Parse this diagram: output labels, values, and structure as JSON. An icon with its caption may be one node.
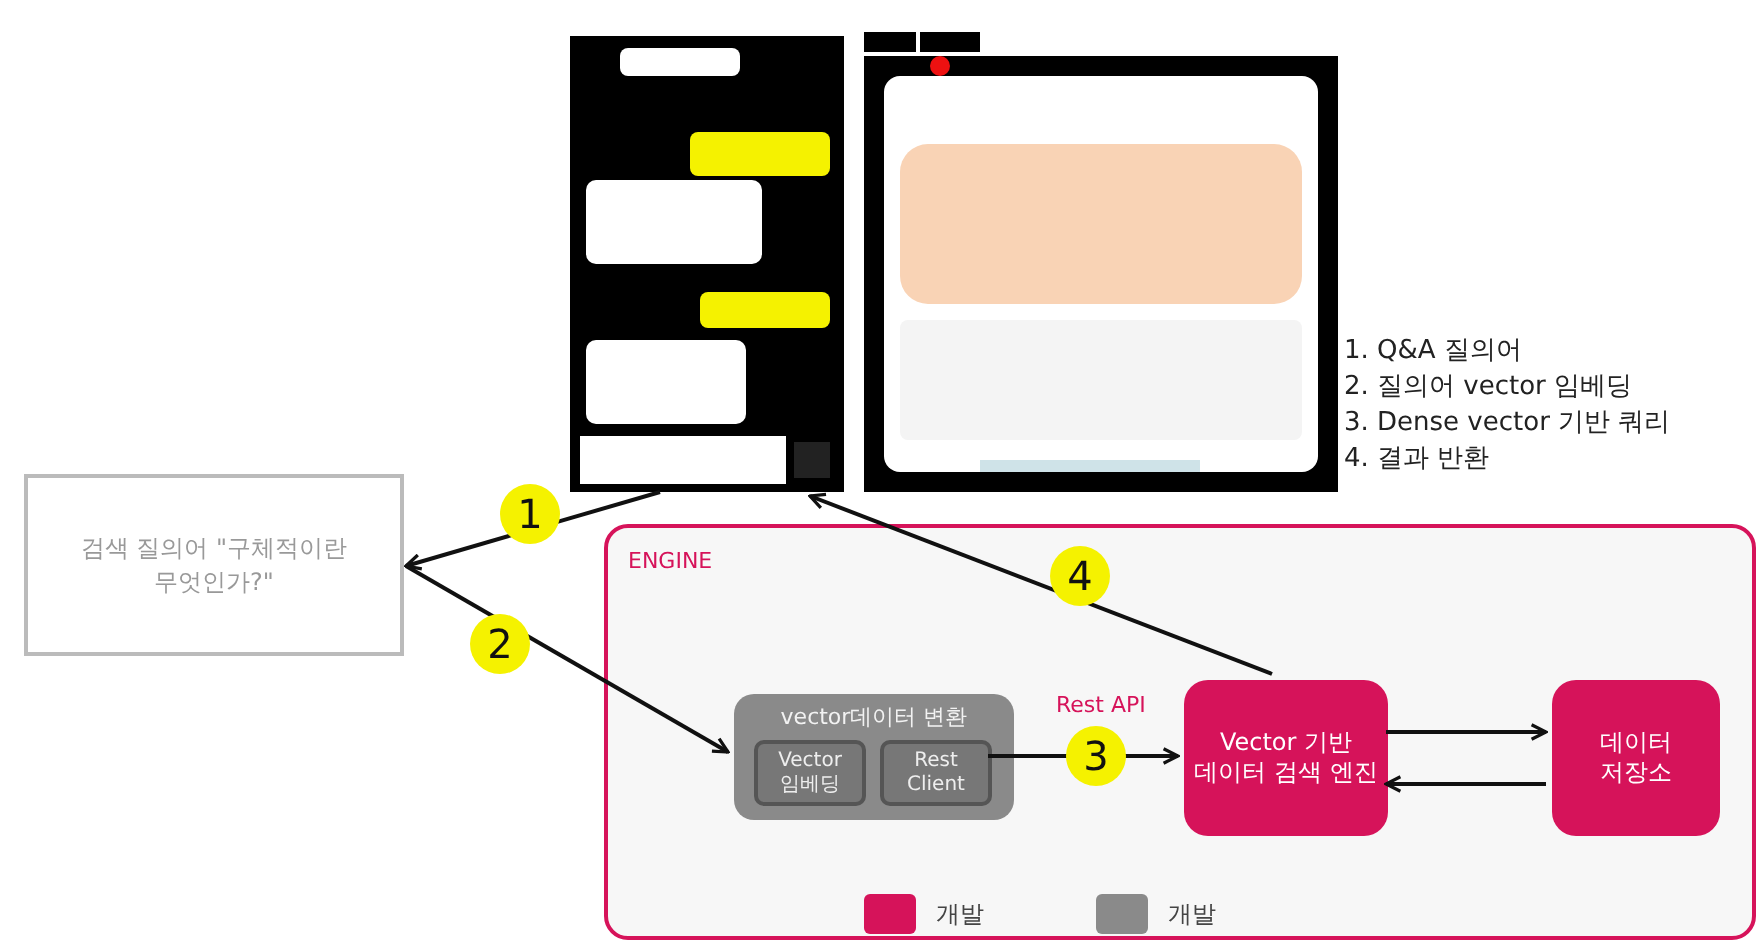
{
  "diagram": {
    "nodes": [
      {
        "text": [],
        "shape": "picture"
      },
      {
        "text": [],
        "shape": "picture"
      },
      {
        "text": [
          "검색 질의어 \"구체적이란 무엇인가?\""
        ]
      },
      {
        "text": [
          "ENGINE"
        ]
      },
      {
        "text": [
          "vector데이터 변환"
        ],
        "in": 3
      },
      {
        "text": [
          "Vector 임베딩"
        ],
        "in": 4
      },
      {
        "text": [
          "Rest Client"
        ],
        "in": 4
      },
      {
        "text": [
          "Vector 기반 데이터 검색 엔진"
        ],
        "in": 3
      },
      {
        "text": [
          "데이터 저장소"
        ],
        "in": 3
      }
    ],
    "edges": [
      {
        "from": 0,
        "to": 2,
        "arrow": "to",
        "label": "1"
      },
      {
        "from": 2,
        "to": 4,
        "arrow": "to",
        "label": "2"
      },
      {
        "from": 6,
        "to": 7,
        "arrow": "to",
        "label": "3"
      },
      {
        "from": 7,
        "to": 0,
        "arrow": "to",
        "label": "4"
      },
      {
        "from": 7,
        "to": 8,
        "arrow": "to"
      },
      {
        "from": 8,
        "to": 7,
        "arrow": "to"
      }
    ],
    "labels": [
      "1. Q&A 질의어",
      "2. 질의어 vector 임베딩",
      "3. Dense vector 기반 쿼리",
      "4. 결과 반환",
      "Rest API"
    ],
    "legend": [
      {
        "text": "개발",
        "color": "#d6135a"
      },
      {
        "text": "개발",
        "color": "#8a8a8a"
      }
    ]
  }
}
